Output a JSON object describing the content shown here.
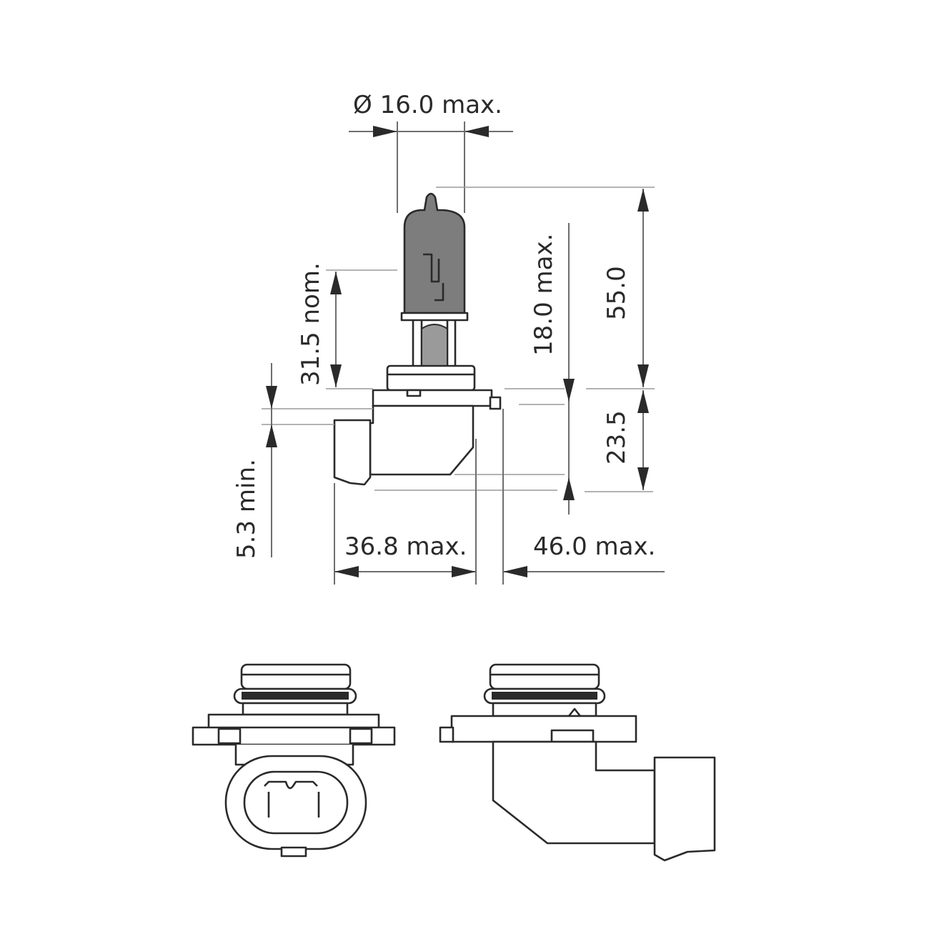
{
  "dimensions": {
    "diameter": "Ø 16.0 max.",
    "light_center": "31.5 nom.",
    "capsule_length": "18.0 max.",
    "overall_height": "55.0",
    "base_height": "23.5",
    "min_clearance": "5.3 min.",
    "base_width": "36.8 max.",
    "overall_width": "46.0 max."
  },
  "colors": {
    "line": "#2a2a2a",
    "glass": "#7d7d7d",
    "dimension_line": "#6e6e6e"
  }
}
